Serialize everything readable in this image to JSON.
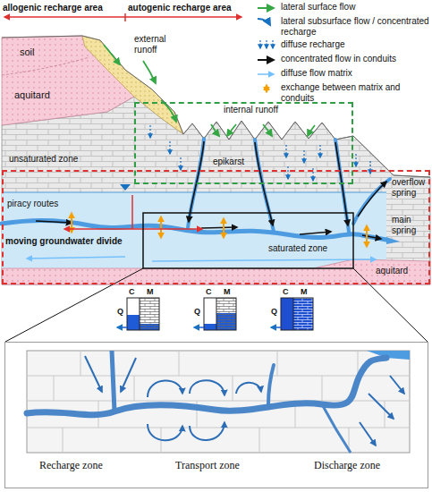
{
  "diagram": {
    "nodes": [
      {
        "text": [
          "internal runoff",
          "epikarst"
        ]
      },
      {
        "text": [
          "overflow spring",
          "piracy routes",
          "main spring",
          "moving groundwater divide",
          "saturated zone",
          "aquitard"
        ]
      },
      {
        "text": [
          "Recharge zone",
          "Transport zone",
          "Discharge zone"
        ]
      },
      {
        "text": [
          "C",
          "M",
          "Q"
        ]
      },
      {
        "text": [
          "C",
          "M",
          "Q"
        ]
      },
      {
        "text": [
          "C",
          "M",
          "Q"
        ]
      }
    ],
    "labels": [
      "allogenic recharge area",
      "autogenic recharge area",
      "soil",
      "aquitard",
      "external runoff",
      "unsaturated zone"
    ],
    "legend": [
      {
        "text": "lateral surface flow"
      },
      {
        "text": "lateral subsurface flow / concentrated recharge"
      },
      {
        "text": "diffuse recharge"
      },
      {
        "text": "concentrated flow in conduits"
      },
      {
        "text": "diffuse flow matrix"
      },
      {
        "text": "exchange between matrix and conduits"
      }
    ]
  }
}
